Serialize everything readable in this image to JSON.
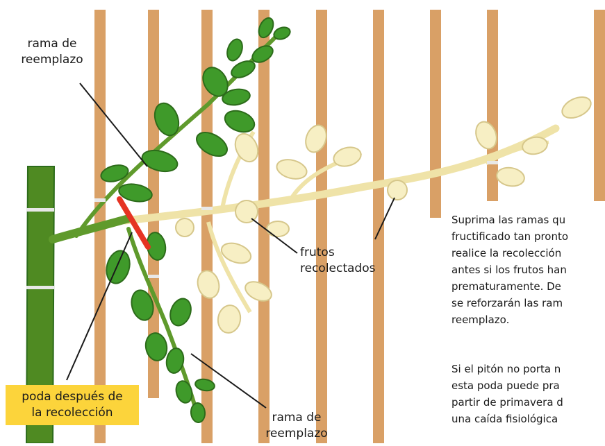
{
  "labels": {
    "top_left": [
      "rama de",
      "reemplazo"
    ],
    "fruits": "frutos recolectados",
    "prune_badge": [
      "poda después de",
      "la recolección"
    ],
    "bottom": [
      "rama de",
      "reemplazo"
    ]
  },
  "paragraphs": [
    [
      "Suprima las ramas qu",
      "fructificado tan pronto",
      "realice la recolección",
      "antes si los frutos han",
      "prematuramente. De",
      "se reforzarán las ram",
      "reemplazo."
    ],
    [
      "Si el pitón no porta n",
      "esta poda puede pra",
      "partir de primavera d",
      "una caída fisiológica"
    ]
  ],
  "colors": {
    "stake": "#d9a066",
    "trunk": "#4f8a22",
    "leaf": "#3f9a2a",
    "leaf_dark": "#2c6b1a",
    "pale_branch": "#f7efc4",
    "pale_outline": "#d6c78b",
    "cut_mark": "#e53323",
    "badge": "#fcd43b"
  }
}
